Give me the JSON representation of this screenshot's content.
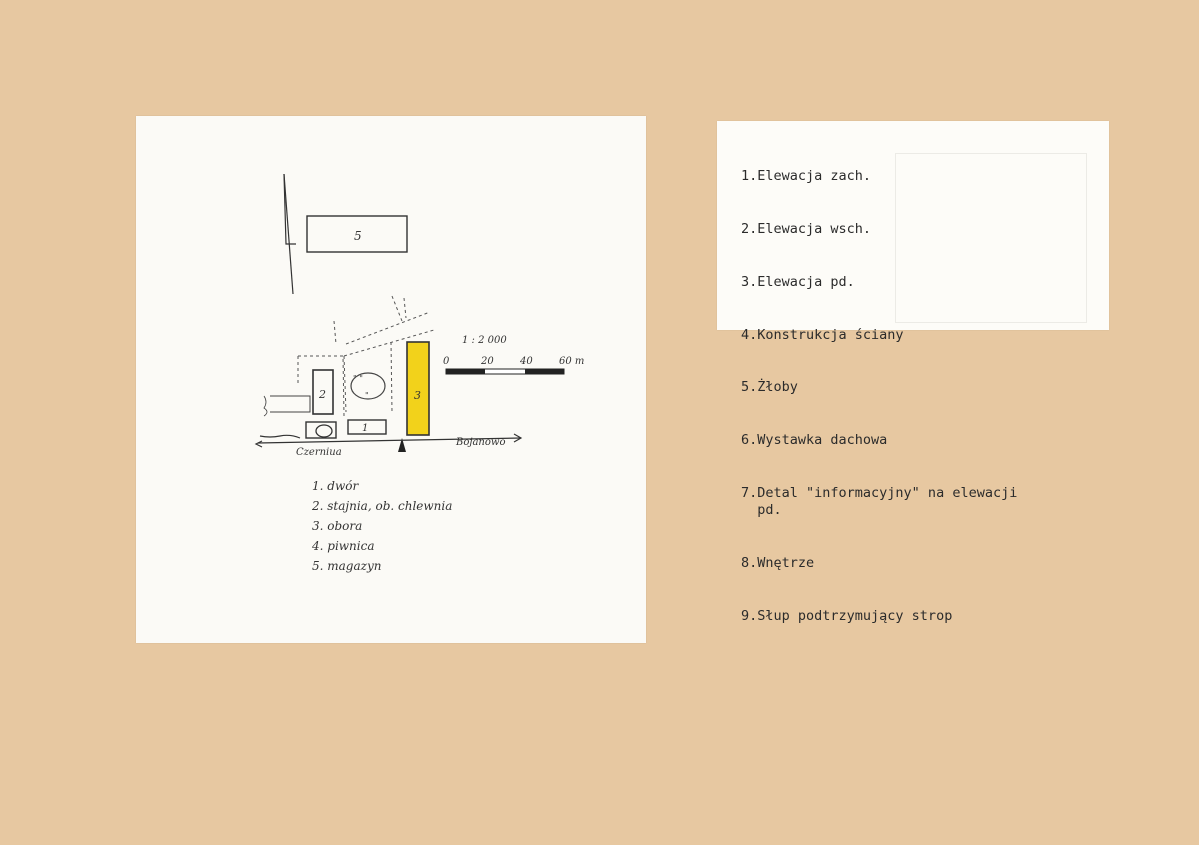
{
  "plan": {
    "scale_label": "1 : 2 000",
    "scale_ticks": [
      "0",
      "20",
      "40",
      "60 m"
    ],
    "building_numbers": [
      "1",
      "2",
      "3",
      "5"
    ],
    "road_left": "Czerniua",
    "road_right": "Bojanowo",
    "highlight_color": "#f2d21b",
    "legend": [
      "1. dwór",
      "2. stajnia, ob. chlewnia",
      "3. obora",
      "4. piwnica",
      "5. magazyn"
    ]
  },
  "card": {
    "items": [
      "1.Elewacja zach.",
      "2.Elewacja wsch.",
      "3.Elewacja pd.",
      "4.Konstrukcja ściany",
      "5.Żłoby",
      "6.Wystawka dachowa",
      "7.Detal \"informacyjny\" na elewacji\n  pd.",
      "8.Wnętrze",
      "9.Słup podtrzymujący strop"
    ]
  }
}
